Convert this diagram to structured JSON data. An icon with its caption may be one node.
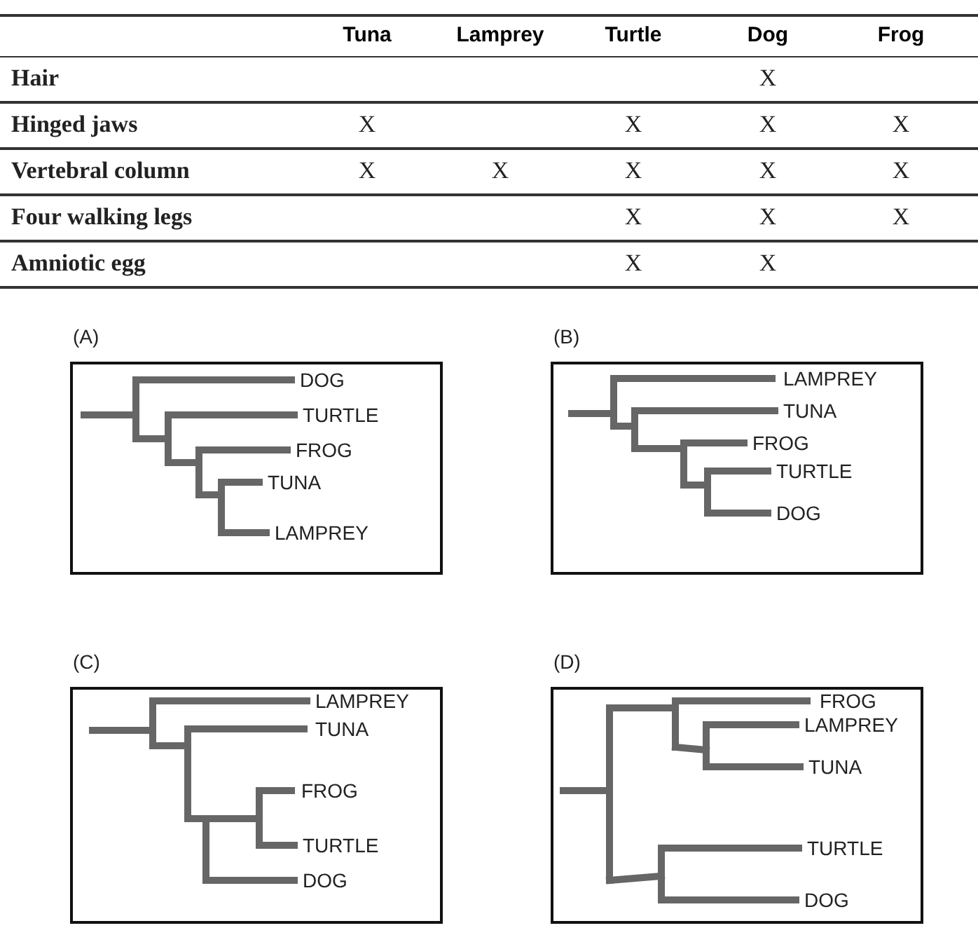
{
  "diagram": {
    "nodes": [
      {
        "text": [
          "(A)"
        ]
      },
      {
        "text": [
          "DOG"
        ],
        "in": 0
      },
      {
        "text": [
          "TURTLE"
        ],
        "in": 0
      },
      {
        "text": [
          "FROG"
        ],
        "in": 0
      },
      {
        "text": [
          "TUNA"
        ],
        "in": 0
      },
      {
        "text": [
          "LAMPREY"
        ],
        "in": 0
      },
      {
        "text": [
          "(B)"
        ]
      },
      {
        "text": [
          "LAMPREY"
        ],
        "in": 6
      },
      {
        "text": [
          "TUNA"
        ],
        "in": 6
      },
      {
        "text": [
          "FROG"
        ],
        "in": 6
      },
      {
        "text": [
          "TURTLE"
        ],
        "in": 6
      },
      {
        "text": [
          "DOG"
        ],
        "in": 6
      },
      {
        "text": [
          "(C)"
        ]
      },
      {
        "text": [
          "LAMPREY"
        ],
        "in": 12
      },
      {
        "text": [
          "TUNA"
        ],
        "in": 12
      },
      {
        "text": [
          "FROG"
        ],
        "in": 12
      },
      {
        "text": [
          "TURTLE"
        ],
        "in": 12
      },
      {
        "text": [
          "DOG"
        ],
        "in": 12
      },
      {
        "text": [
          "(D)"
        ]
      },
      {
        "text": [
          "FROG"
        ],
        "in": 18
      },
      {
        "text": [
          "LAMPREY"
        ],
        "in": 18
      },
      {
        "text": [
          "TUNA"
        ],
        "in": 18
      },
      {
        "text": [
          "TURTLE"
        ],
        "in": 18
      },
      {
        "text": [
          "DOG"
        ],
        "in": 18
      }
    ],
    "labels": [
      "Tuna",
      "Lamprey",
      "Turtle",
      "Dog",
      "Frog",
      "Hair",
      "X",
      "Hinged jaws",
      "X",
      "X",
      "X",
      "X",
      "Vertebral column",
      "X",
      "X",
      "X",
      "X",
      "X",
      "Four walking legs",
      "X",
      "X",
      "X",
      "Amniotic egg",
      "X",
      "X"
    ]
  }
}
